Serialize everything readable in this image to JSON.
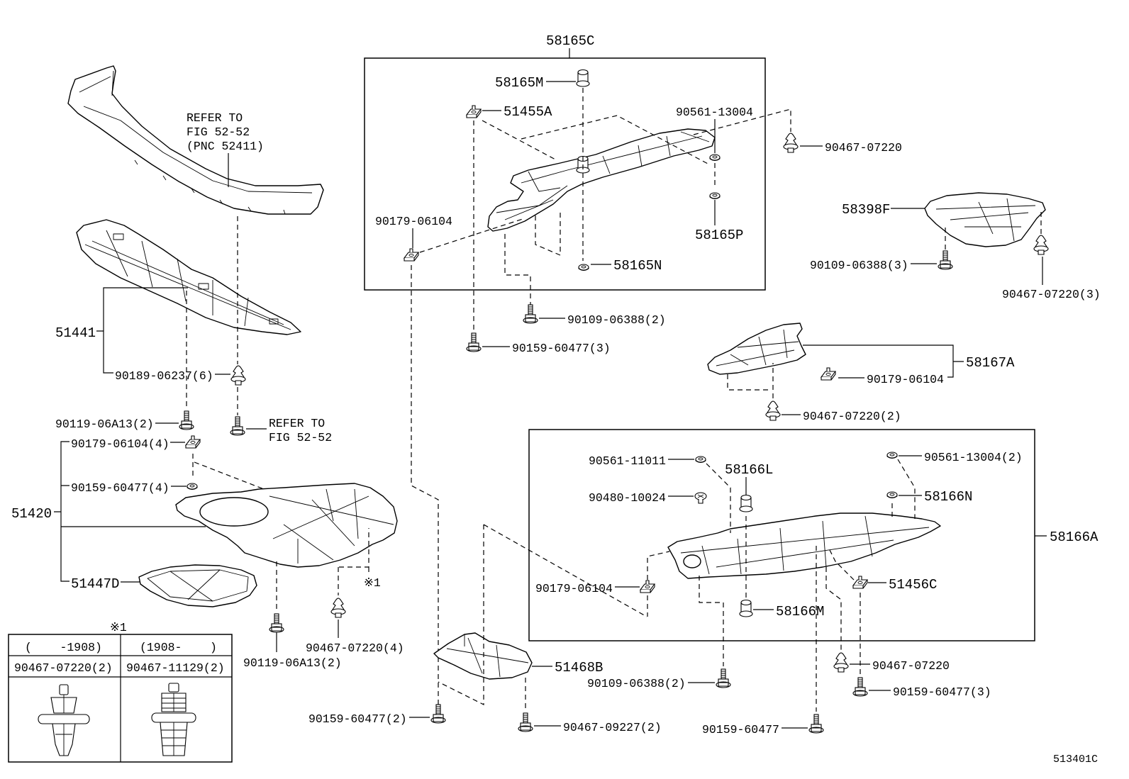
{
  "figure_id": "513401C",
  "top_left": {
    "bumper_note": [
      "REFER TO",
      "FIG 52-52",
      "(PNC 52411)"
    ],
    "skid_plate": "51441",
    "clip_6": "90189-06237(6)",
    "bolt_2": "90119-06A13(2)",
    "refer_note": [
      "REFER TO",
      "FIG 52-52"
    ]
  },
  "left_cover": {
    "assembly": "51420",
    "nut_4": "90179-06104(4)",
    "screw_4": "90159-60477(4)",
    "seal": "51447D",
    "note_mark": "※1",
    "bolt_2": "90119-06A13(2)",
    "clip_4": "90467-07220(4)"
  },
  "note_table": {
    "mark": "※1",
    "columns": [
      {
        "range": "(    -1908)",
        "part": "90467-07220(2)"
      },
      {
        "range": "(1908-    )",
        "part": "90467-11129(2)"
      }
    ]
  },
  "top_box": {
    "assembly": "58165C",
    "m": "58165M",
    "a": "51455A",
    "washer": "90561-13004",
    "nut": "90179-06104",
    "p": "58165P",
    "n": "58165N"
  },
  "top_outside": {
    "clip": "90467-07220",
    "bolt_2": "90109-06388(2)",
    "screw_3": "90159-60477(3)"
  },
  "right_upper": {
    "cover": "58398F",
    "bolt_3": "90109-06388(3)",
    "clip_3": "90467-07220(3)",
    "cover_a": "58167A",
    "nut": "90179-06104",
    "clip_2": "90467-07220(2)"
  },
  "bottom_box": {
    "assembly": "58166A",
    "washer_a": "90561-11011",
    "l": "58166L",
    "washer_b": "90561-13004(2)",
    "retainer": "90480-10024",
    "n": "58166N",
    "nut": "90179-06104",
    "c": "51456C",
    "m": "58166M"
  },
  "bottom": {
    "plate": "51468B",
    "clip": "90467-07220",
    "screw_3": "90159-60477(3)",
    "bolt_2": "90109-06388(2)",
    "screw_2": "90159-60477(2)",
    "clip_2": "90467-09227(2)",
    "screw": "90159-60477"
  }
}
